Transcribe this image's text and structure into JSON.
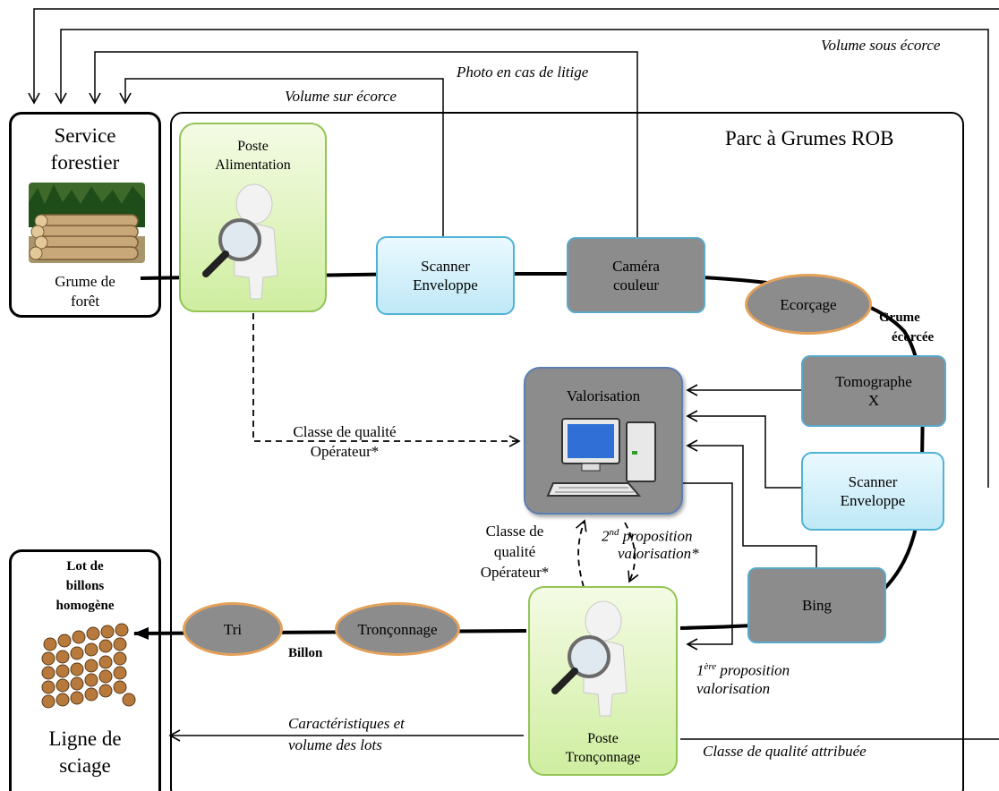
{
  "park": {
    "title": "Parc à Grumes ROB"
  },
  "service": {
    "line1": "Service",
    "line2": "forestier",
    "grume1": "Grume de",
    "grume2": "forêt"
  },
  "ligne": {
    "lot1": "Lot de",
    "lot2": "billons",
    "lot3": "homogène",
    "line1": "Ligne de",
    "line2": "sciage"
  },
  "nodes": {
    "poste_alim_1": "Poste",
    "poste_alim_2": "Alimentation",
    "scanner1_1": "Scanner",
    "scanner1_2": "Enveloppe",
    "camera_1": "Caméra",
    "camera_2": "couleur",
    "ecorcage": "Ecorçage",
    "tomo_1": "Tomographe",
    "tomo_2": "X",
    "scanner2_1": "Scanner",
    "scanner2_2": "Enveloppe",
    "valorisation": "Valorisation",
    "bing": "Bing",
    "tronconnage": "Tronçonnage",
    "tri": "Tri",
    "poste_tron_1": "Poste",
    "poste_tron_2": "Tronçonnage"
  },
  "labels": {
    "volume_sous": "Volume sous écorce",
    "photo_litige": "Photo en cas de litige",
    "volume_sur": "Volume sur écorce",
    "grume_ecorcee_1": "Grume",
    "grume_ecorcee_2": "écorcée",
    "classe_op_1": "Classe de qualité",
    "classe_op_2": "Opérateur*",
    "classe2_1": "Classe de",
    "classe2_2": "qualité",
    "classe2_3": "Opérateur*",
    "prop2_sup": "nd",
    "prop2_pre": "2",
    "prop2_1": " proposition",
    "prop2_2": "valorisation*",
    "prop1_pre": "1",
    "prop1_sup": "ère",
    "prop1_1": " proposition",
    "prop1_2": "valorisation",
    "billon": "Billon",
    "caract_1": "Caractéristiques et",
    "caract_2": "volume des lots",
    "classe_attr": "Classe de qualité attribuée"
  },
  "icons": {
    "magnifier_person": "person-magnifier-icon",
    "computer": "computer-icon",
    "logs": "log-pile-icon"
  }
}
